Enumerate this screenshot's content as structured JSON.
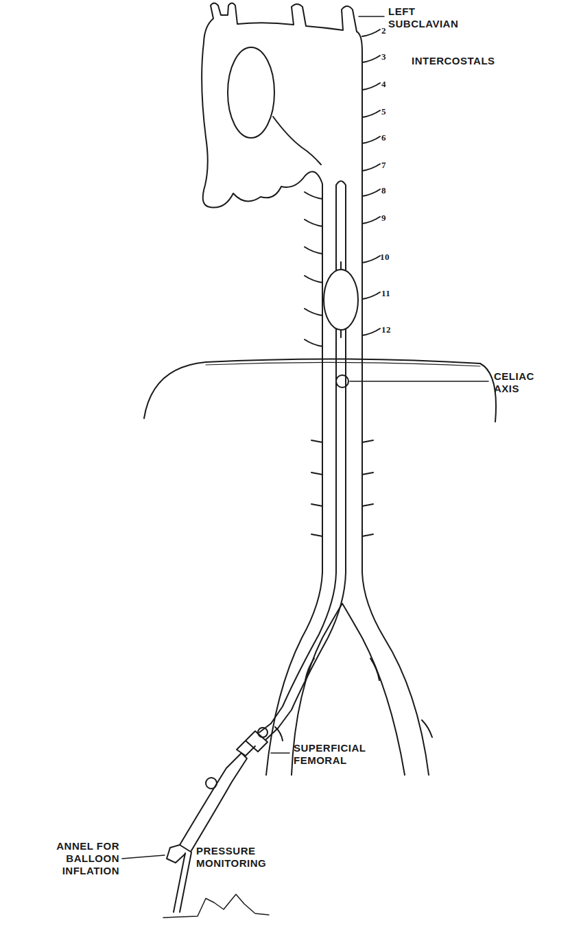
{
  "diagram": {
    "labels": [
      "LEFT SUBCLAVIAN",
      "2",
      "3",
      "4",
      "5",
      "6",
      "7",
      "8",
      "9",
      "10",
      "11",
      "12",
      "INTERCOSTALS",
      "CELIAC AXIS",
      "SUPERFICIAL FEMORAL",
      "ANNEL FOR BALLOON INFLATION",
      "PRESSURE MONITORING"
    ]
  }
}
